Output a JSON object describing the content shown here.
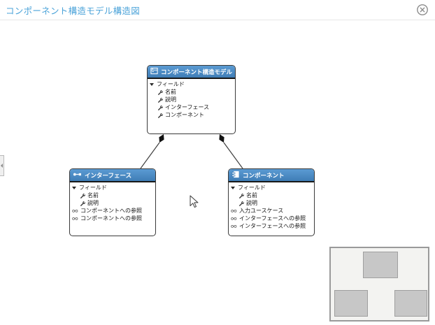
{
  "page": {
    "title": "コンポーネント構造モデル構造図"
  },
  "header": {
    "close_icon": "circle-x-icon"
  },
  "colors": {
    "title_text": "#4BA3D9",
    "node_header_top": "#5b9bd3",
    "node_header_bottom": "#3f7db6",
    "node_border": "#3a3a3a",
    "edge": "#3f3f3f",
    "minimap_bg": "#f3f3f1",
    "minimap_node": "#c7c7c7"
  },
  "diagram": {
    "nodes": [
      {
        "title": "コンポーネント構造モデル",
        "header_icon": "class-icon",
        "fields": [
          {
            "icon": "expander-triangle-icon",
            "label": "フィールド"
          },
          {
            "icon": "wrench-icon",
            "label": "名前"
          },
          {
            "icon": "wrench-icon",
            "label": "説明"
          },
          {
            "icon": "wrench-icon",
            "label": "インターフェース"
          },
          {
            "icon": "wrench-icon",
            "label": "コンポーネント"
          }
        ]
      },
      {
        "title": "インターフェース",
        "header_icon": "interface-icon",
        "fields": [
          {
            "icon": "expander-triangle-icon",
            "label": "フィールド"
          },
          {
            "icon": "wrench-icon",
            "label": "名前"
          },
          {
            "icon": "wrench-icon",
            "label": "説明"
          },
          {
            "icon": "glasses-icon",
            "label": "コンポーネントへの参照"
          },
          {
            "icon": "glasses-icon",
            "label": "コンポーネントへの参照"
          }
        ]
      },
      {
        "title": "コンポーネント",
        "header_icon": "component-icon",
        "fields": [
          {
            "icon": "expander-triangle-icon",
            "label": "フィールド"
          },
          {
            "icon": "wrench-icon",
            "label": "名前"
          },
          {
            "icon": "wrench-icon",
            "label": "説明"
          },
          {
            "icon": "glasses-icon",
            "label": "入力ユースケース"
          },
          {
            "icon": "glasses-icon",
            "label": "インターフェースへの参照"
          },
          {
            "icon": "glasses-icon",
            "label": "インターフェースへの参照"
          }
        ]
      }
    ],
    "edges": [
      {
        "from": "コンポーネント構造モデル",
        "to": "インターフェース",
        "type": "composition-diamond"
      },
      {
        "from": "コンポーネント構造モデル",
        "to": "コンポーネント",
        "type": "composition-diamond"
      }
    ]
  },
  "minimap": {
    "node_count": 3
  }
}
